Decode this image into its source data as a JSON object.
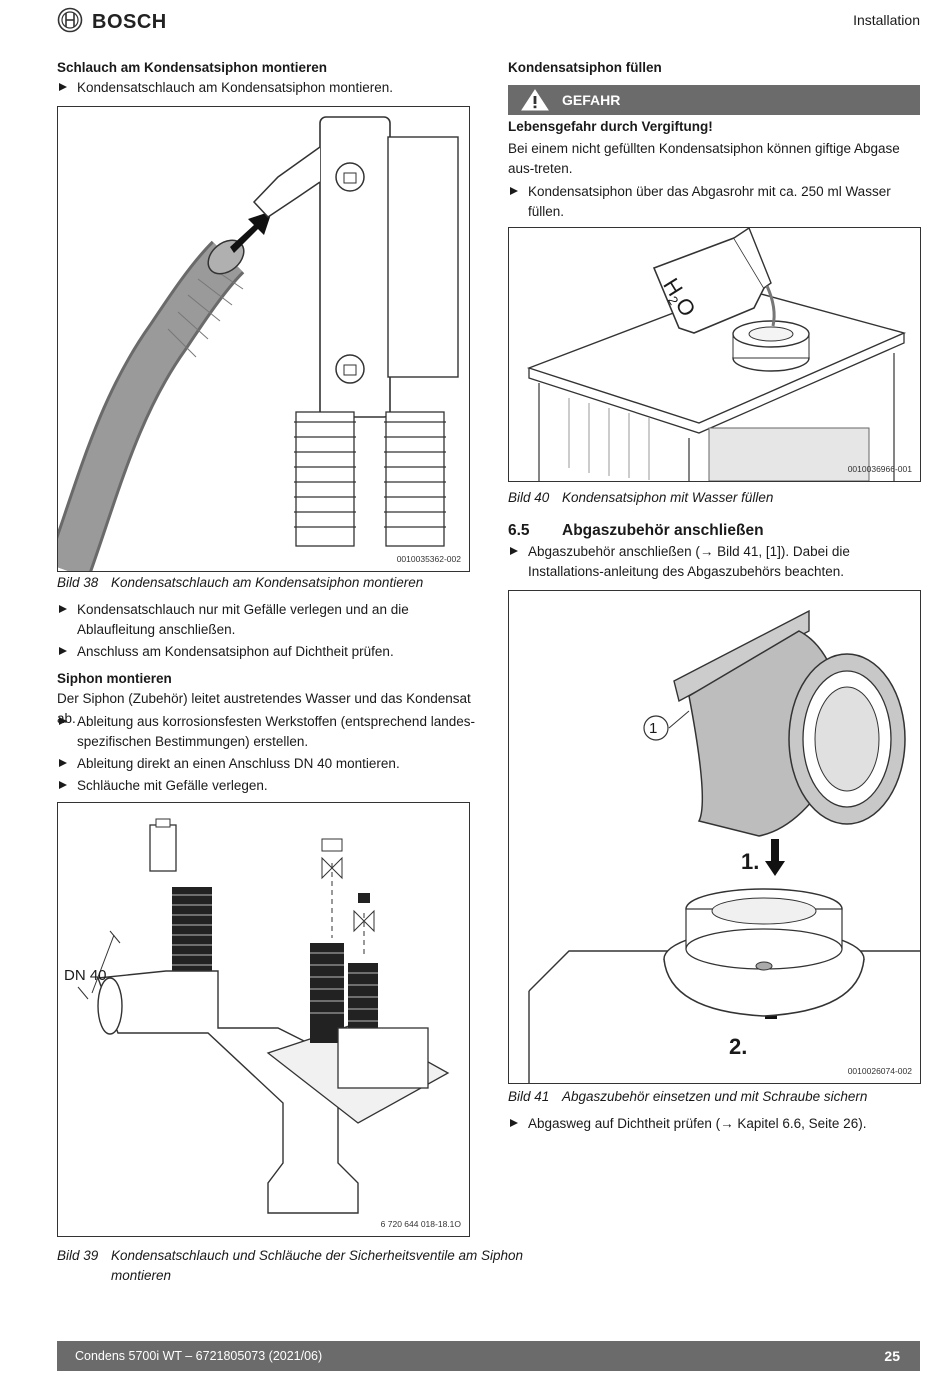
{
  "header": {
    "brand": "BOSCH",
    "section": "Installation"
  },
  "left": {
    "h1": "Schlauch am Kondensatsiphon montieren",
    "list1": [
      "Kondensatschlauch am Kondensatsiphon montieren."
    ],
    "fig38_code": "0010035362-002",
    "fig38_caption_num": "Bild 38",
    "fig38_caption": "Kondensatschlauch am Kondensatsiphon montieren",
    "list2": [
      "Kondensatschlauch nur mit Gefälle verlegen und an die Ablaufleitung anschließen.",
      "Anschluss am Kondensatsiphon auf Dichtheit prüfen."
    ],
    "h2": "Siphon montieren",
    "p2": "Der Siphon (Zubehör) leitet austretendes Wasser und das Kondensat ab.",
    "list3": [
      "Ableitung aus korrosionsfesten Werkstoffen (entsprechend landes-spezifischen Bestimmungen) erstellen.",
      "Ableitung direkt an einen Anschluss DN 40 montieren.",
      "Schläuche mit Gefälle verlegen."
    ],
    "fig39_label": "DN 40",
    "fig39_code": "6 720 644 018-18.1O",
    "fig39_caption_num": "Bild 39",
    "fig39_caption": "Kondensatschlauch und Schläuche der Sicherheitsventile am Siphon montieren"
  },
  "right": {
    "h1": "Kondensatsiphon füllen",
    "danger_label": "GEFAHR",
    "danger_title": "Lebensgefahr durch Vergiftung!",
    "danger_text": "Bei einem nicht gefüllten Kondensatsiphon können giftige Abgase aus-treten.",
    "list1": [
      "Kondensatsiphon über das Abgasrohr mit ca. 250 ml Wasser füllen."
    ],
    "fig40_h2o": "H",
    "fig40_sub": "2",
    "fig40_o": "O",
    "fig40_code": "0010036966-001",
    "fig40_caption_num": "Bild 40",
    "fig40_caption": "Kondensatsiphon mit Wasser füllen",
    "section_num": "6.5",
    "section_title": "Abgaszubehör anschließen",
    "list2": [
      "Abgaszubehör anschließen (→ Bild 41, [1]). Dabei die Installations-anleitung des Abgaszubehörs beachten."
    ],
    "fig41_callout": "1",
    "fig41_step1": "1.",
    "fig41_step2": "2.",
    "fig41_code": "0010026074-002",
    "fig41_caption_num": "Bild 41",
    "fig41_caption": "Abgaszubehör einsetzen und mit Schraube sichern",
    "list3": [
      "Abgasweg auf Dichtheit prüfen (→ Kapitel 6.6, Seite 26)."
    ]
  },
  "footer": {
    "doc": "Condens 5700i WT – 6721805073 (2021/06)",
    "page": "25"
  },
  "colors": {
    "bar": "#6b6b6b",
    "text": "#1a1a1a"
  }
}
